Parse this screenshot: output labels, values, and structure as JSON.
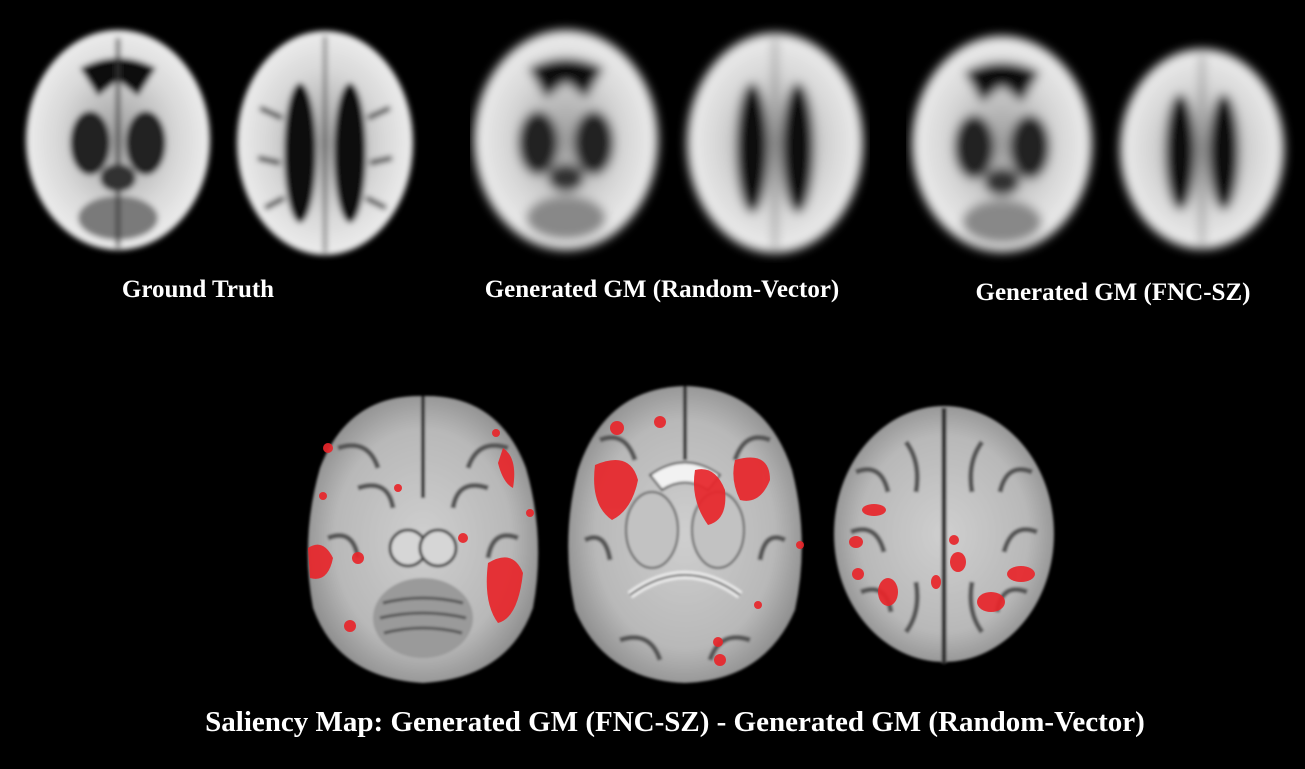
{
  "captions": {
    "ground_truth": "Ground Truth",
    "generated_random": "Generated GM (Random-Vector)",
    "generated_fnc": "Generated GM (FNC-SZ)",
    "saliency": "Saliency Map: Generated GM (FNC-SZ)  - Generated GM (Random-Vector)"
  },
  "colors": {
    "background": "#000000",
    "caption_text": "#ffffff",
    "saliency_overlay": "#e8262b"
  },
  "panels": {
    "top_row": [
      "ground-truth",
      "generated-random-vector",
      "generated-fnc-sz"
    ],
    "bottom_row": [
      "saliency-slice-inferior",
      "saliency-slice-middle",
      "saliency-slice-superior"
    ]
  }
}
